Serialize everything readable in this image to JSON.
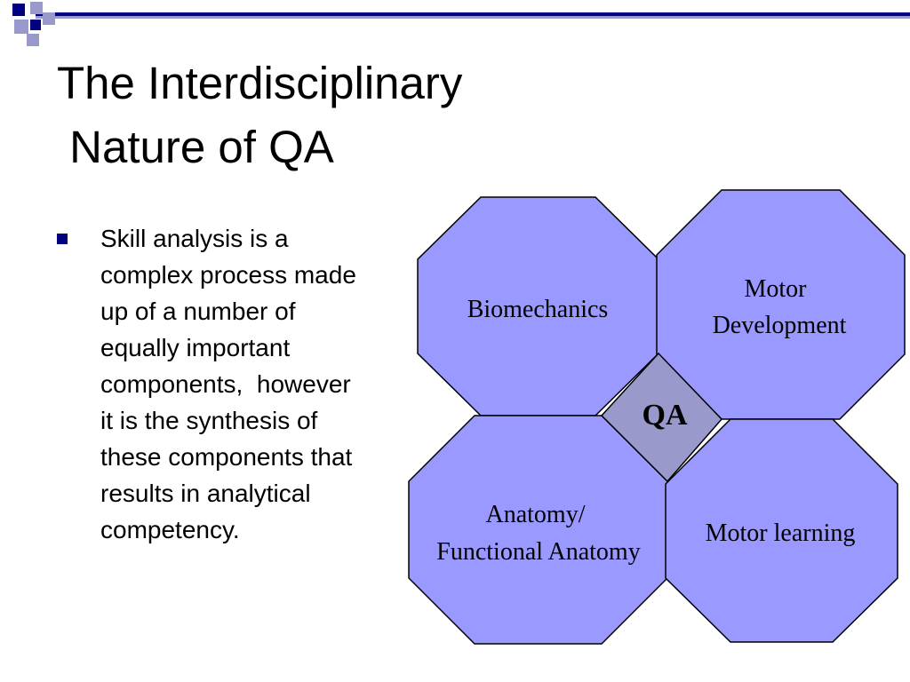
{
  "slide": {
    "title_lines": [
      "The Interdisciplinary",
      " Nature of QA"
    ],
    "bullet_lines": [
      "Skill analysis is a",
      "complex process made",
      "up of a number of",
      "equally important",
      "components,  however",
      "it is the synthesis of",
      "these components that",
      "results in analytical",
      "competency."
    ]
  },
  "diagram": {
    "nodes": [
      {
        "id": "biomechanics",
        "lines": [
          "Biomechanics"
        ]
      },
      {
        "id": "motor-development",
        "lines": [
          "Motor",
          "Development"
        ]
      },
      {
        "id": "anatomy",
        "lines": [
          "Anatomy/",
          "Functional Anatomy"
        ]
      },
      {
        "id": "motor-learning",
        "lines": [
          "Motor learning"
        ]
      }
    ],
    "center": {
      "id": "qa",
      "label": "QA"
    }
  },
  "colors": {
    "octagon_fill": "#9999ff",
    "center_fill": "#9999cc",
    "outline": "#000000",
    "accent_navy": "#000080",
    "accent_light": "#9999cc"
  }
}
